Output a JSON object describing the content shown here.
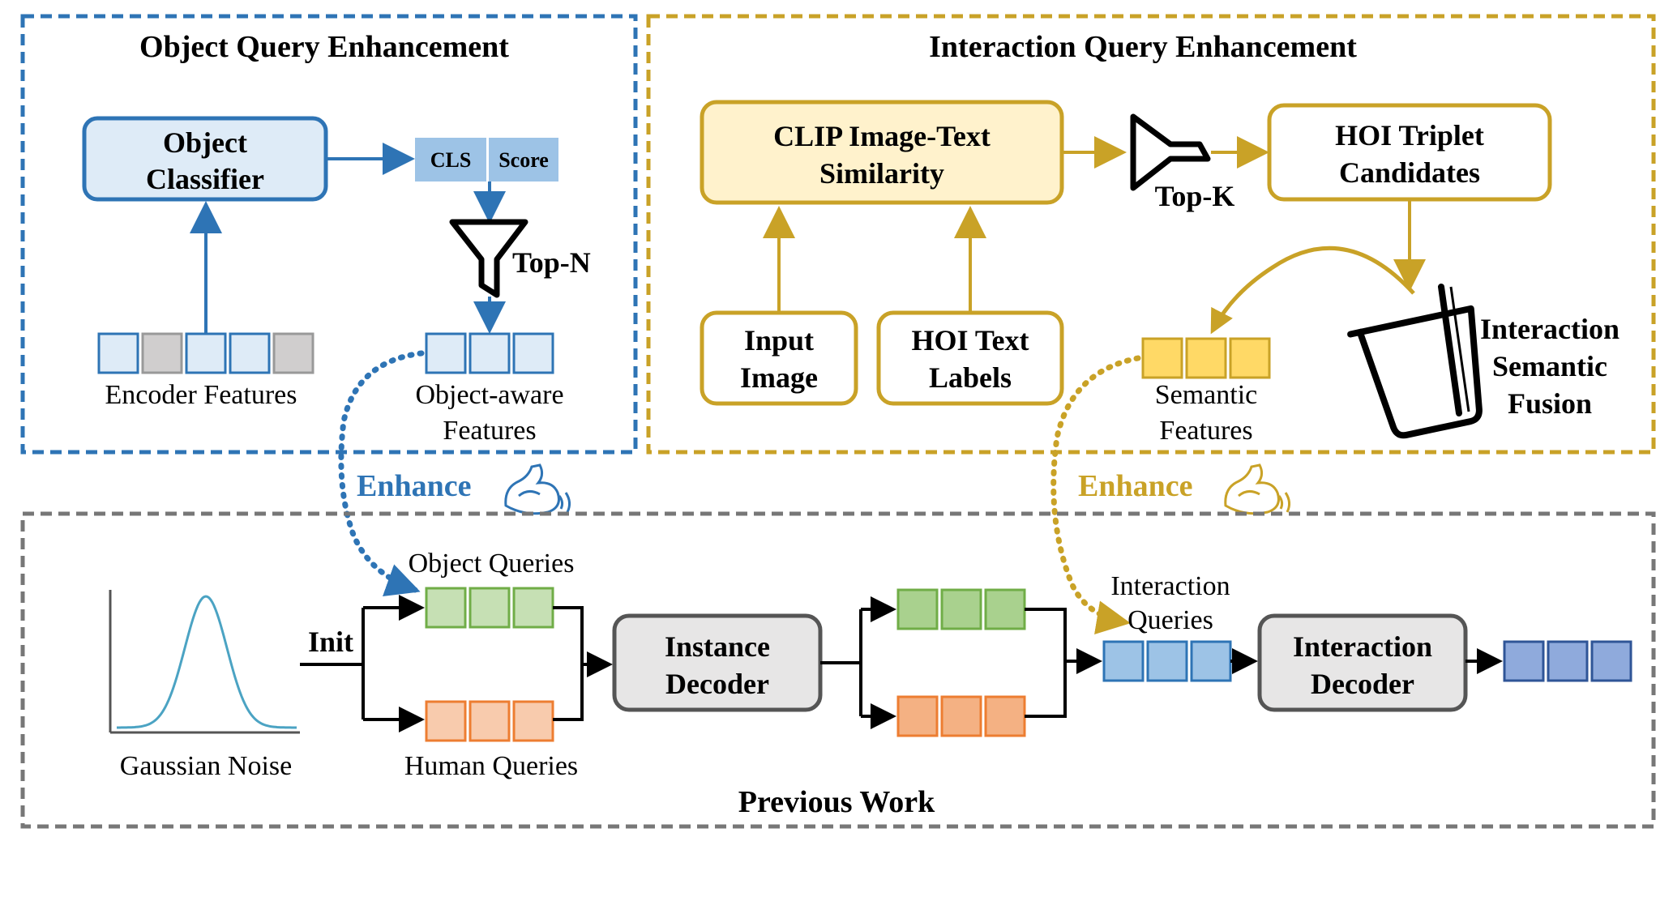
{
  "colors": {
    "blue": "#2e74b5",
    "gold": "#c9a227",
    "gray": "#777777",
    "green": "#c6e0b4",
    "green_dark": "#a9d18e",
    "orange": "#f8cbad",
    "orange_dark": "#f4b183",
    "light_blue": "#bdd7ee",
    "mid_blue": "#9dc3e6",
    "dark_blue": "#8faadc",
    "yellow": "#ffd966",
    "light_yellow": "#fff2cc",
    "gray_cell": "#d0cece",
    "decoder_gray": "#e7e6e6"
  },
  "icons": [
    "funnel-icon",
    "flexed-arm-icon",
    "beaker-icon",
    "gaussian-curve-icon"
  ],
  "oqe": {
    "title": "Object Query Enhancement",
    "classifier_line1": "Object",
    "classifier_line2": "Classifier",
    "cls": "CLS",
    "score": "Score",
    "top_n": "Top-N",
    "encoder_features": "Encoder Features",
    "object_aware_line1": "Object-aware",
    "object_aware_line2": "Features"
  },
  "iqe": {
    "title": "Interaction Query Enhancement",
    "clip_line1": "CLIP Image-Text",
    "clip_line2": "Similarity",
    "top_k": "Top-K",
    "hoi_triplet_line1": "HOI Triplet",
    "hoi_triplet_line2": "Candidates",
    "input_image_line1": "Input",
    "input_image_line2": "Image",
    "hoi_text_line1": "HOI Text",
    "hoi_text_line2": "Labels",
    "semantic_line1": "Semantic",
    "semantic_line2": "Features",
    "fusion_line1": "Interaction",
    "fusion_line2": "Semantic",
    "fusion_line3": "Fusion"
  },
  "enhance_left": "Enhance",
  "enhance_right": "Enhance",
  "prev": {
    "title": "Previous Work",
    "gaussian_noise": "Gaussian Noise",
    "init": "Init",
    "object_queries": "Object Queries",
    "human_queries": "Human Queries",
    "instance_line1": "Instance",
    "instance_line2": "Decoder",
    "interaction_queries_line1": "Interaction",
    "interaction_queries_line2": "Queries",
    "interaction_decoder_line1": "Interaction",
    "interaction_decoder_line2": "Decoder"
  }
}
